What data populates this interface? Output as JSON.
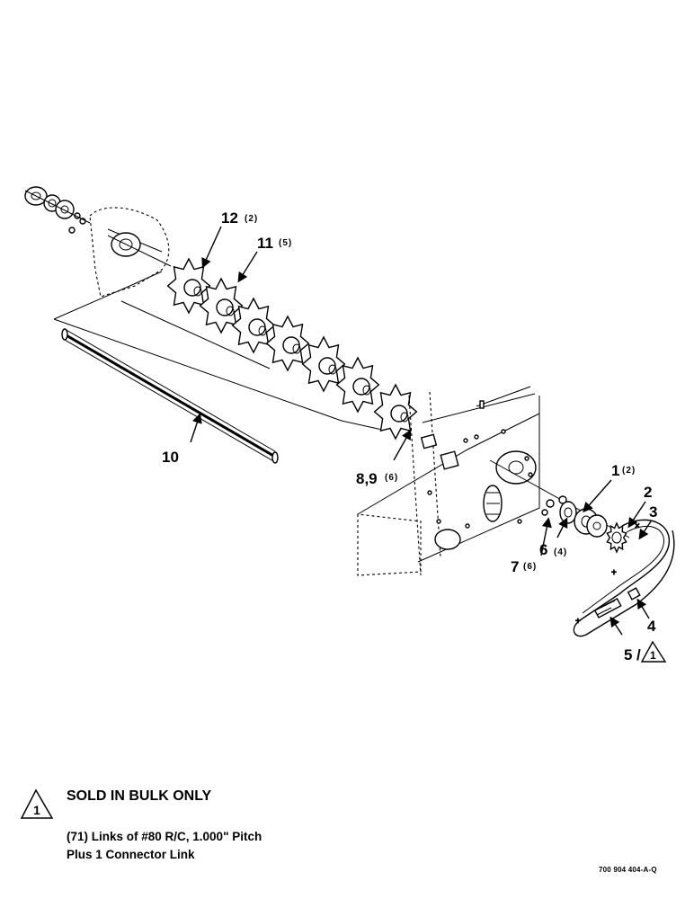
{
  "callouts": [
    {
      "id": "c12",
      "number": "12",
      "qty": "(2)"
    },
    {
      "id": "c11",
      "number": "11",
      "qty": "(5)"
    },
    {
      "id": "c10",
      "number": "10",
      "qty": ""
    },
    {
      "id": "c89",
      "number": "8,9",
      "qty": "(6)"
    },
    {
      "id": "c1",
      "number": "1",
      "qty": "(2)"
    },
    {
      "id": "c2",
      "number": "2",
      "qty": ""
    },
    {
      "id": "c3",
      "number": "3",
      "qty": ""
    },
    {
      "id": "c6",
      "number": "6",
      "qty": "(4)"
    },
    {
      "id": "c7",
      "number": "7",
      "qty": "(6)"
    },
    {
      "id": "c4",
      "number": "4",
      "qty": ""
    },
    {
      "id": "c5",
      "number": "5",
      "qty": "",
      "note_ref": "1"
    }
  ],
  "note": {
    "number": "1",
    "title": "SOLD IN BULK ONLY",
    "lines": [
      "(71) Links of #80 R/C, 1.000\" Pitch",
      "Plus 1 Connector Link"
    ]
  },
  "drawing_number": "700 904 404-A-Q"
}
